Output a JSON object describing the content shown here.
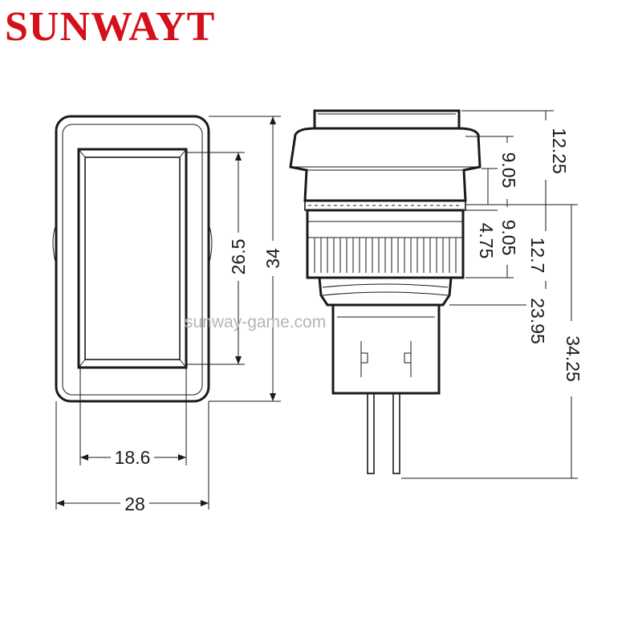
{
  "brand": {
    "name": "SUNWAYT",
    "color": "#d4101a"
  },
  "watermark": "sunway-game.com",
  "front_view": {
    "width_outer": "28",
    "width_inner": "18.6",
    "height_outer": "34",
    "height_inner": "26.5"
  },
  "side_view": {
    "dims": [
      "12.25",
      "9.05",
      "9.05",
      "4.75",
      "12.7",
      "23.95",
      "34.25"
    ]
  }
}
